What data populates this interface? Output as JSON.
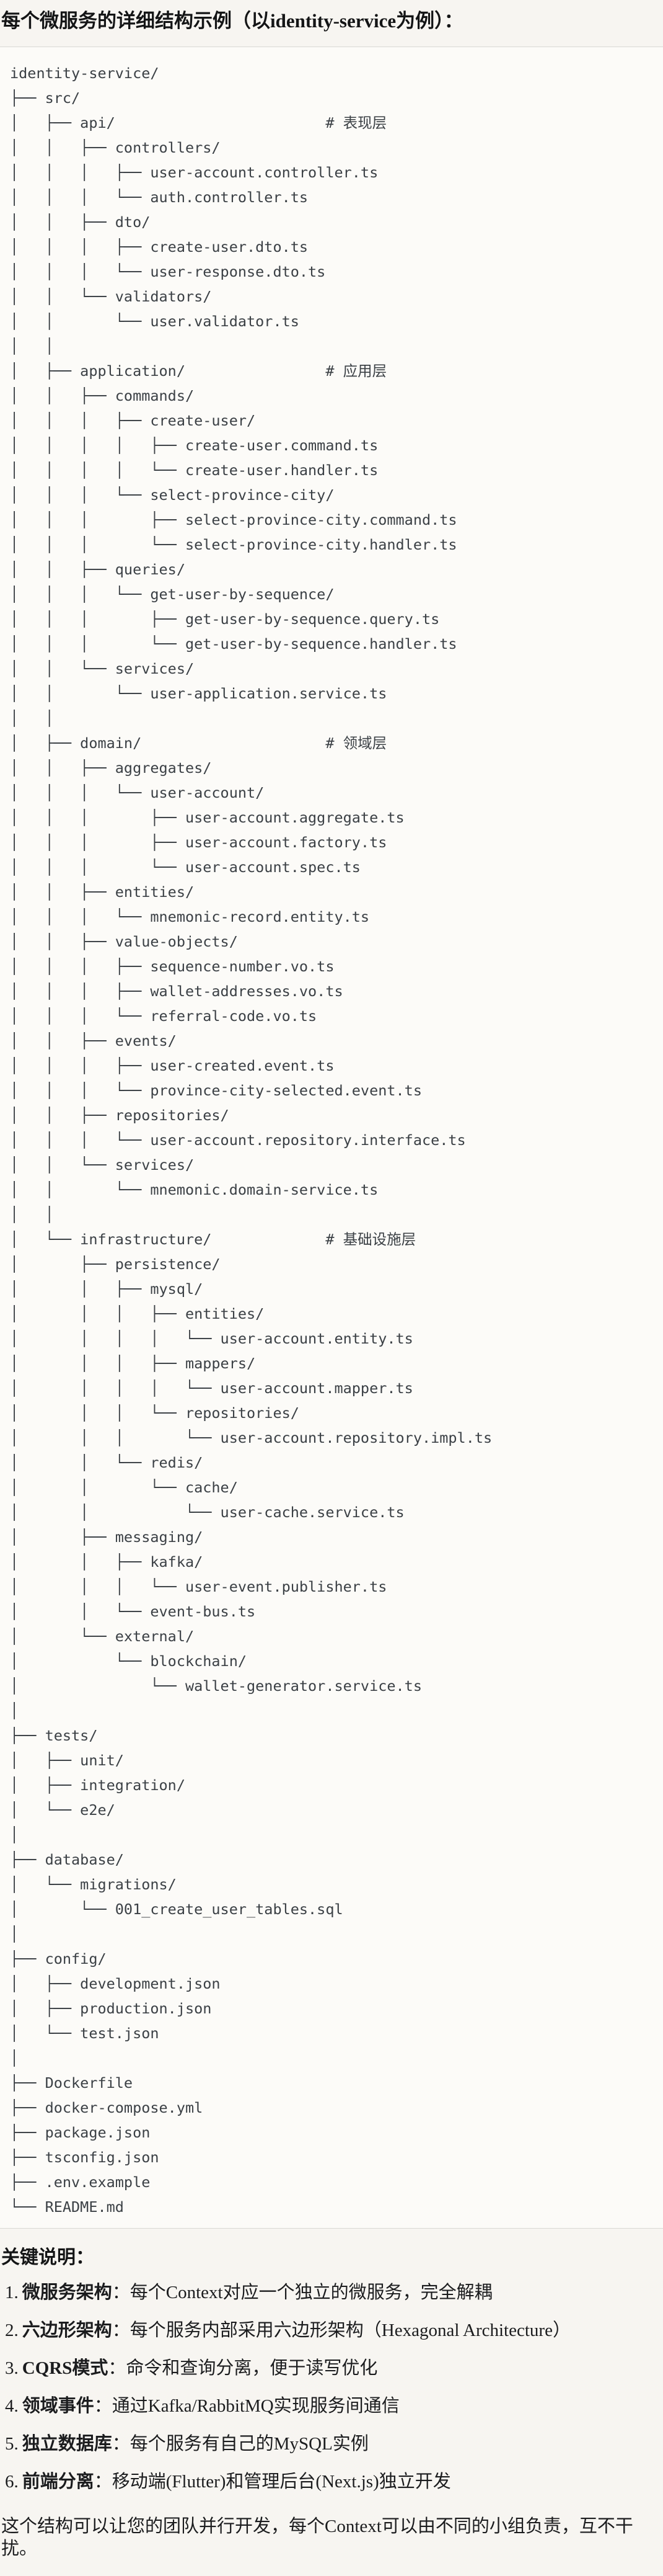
{
  "page_title": "每个微服务的详细结构示例（以identity-service为例）：",
  "tree": {
    "language": "plaintext-directory-tree",
    "root": "identity-service/",
    "layer_comments": [
      "# 表现层",
      "# 应用层",
      "# 领域层",
      "# 基础设施层"
    ],
    "lines": [
      "identity-service/",
      "├── src/",
      "│   ├── api/                        # 表现层",
      "│   │   ├── controllers/",
      "│   │   │   ├── user-account.controller.ts",
      "│   │   │   └── auth.controller.ts",
      "│   │   ├── dto/",
      "│   │   │   ├── create-user.dto.ts",
      "│   │   │   └── user-response.dto.ts",
      "│   │   └── validators/",
      "│   │       └── user.validator.ts",
      "│   │",
      "│   ├── application/                # 应用层",
      "│   │   ├── commands/",
      "│   │   │   ├── create-user/",
      "│   │   │   │   ├── create-user.command.ts",
      "│   │   │   │   └── create-user.handler.ts",
      "│   │   │   └── select-province-city/",
      "│   │   │       ├── select-province-city.command.ts",
      "│   │   │       └── select-province-city.handler.ts",
      "│   │   ├── queries/",
      "│   │   │   └── get-user-by-sequence/",
      "│   │   │       ├── get-user-by-sequence.query.ts",
      "│   │   │       └── get-user-by-sequence.handler.ts",
      "│   │   └── services/",
      "│   │       └── user-application.service.ts",
      "│   │",
      "│   ├── domain/                     # 领域层",
      "│   │   ├── aggregates/",
      "│   │   │   └── user-account/",
      "│   │   │       ├── user-account.aggregate.ts",
      "│   │   │       ├── user-account.factory.ts",
      "│   │   │       └── user-account.spec.ts",
      "│   │   ├── entities/",
      "│   │   │   └── mnemonic-record.entity.ts",
      "│   │   ├── value-objects/",
      "│   │   │   ├── sequence-number.vo.ts",
      "│   │   │   ├── wallet-addresses.vo.ts",
      "│   │   │   └── referral-code.vo.ts",
      "│   │   ├── events/",
      "│   │   │   ├── user-created.event.ts",
      "│   │   │   └── province-city-selected.event.ts",
      "│   │   ├── repositories/",
      "│   │   │   └── user-account.repository.interface.ts",
      "│   │   └── services/",
      "│   │       └── mnemonic.domain-service.ts",
      "│   │",
      "│   └── infrastructure/             # 基础设施层",
      "│       ├── persistence/",
      "│       │   ├── mysql/",
      "│       │   │   ├── entities/",
      "│       │   │   │   └── user-account.entity.ts",
      "│       │   │   ├── mappers/",
      "│       │   │   │   └── user-account.mapper.ts",
      "│       │   │   └── repositories/",
      "│       │   │       └── user-account.repository.impl.ts",
      "│       │   └── redis/",
      "│       │       └── cache/",
      "│       │           └── user-cache.service.ts",
      "│       ├── messaging/",
      "│       │   ├── kafka/",
      "│       │   │   └── user-event.publisher.ts",
      "│       │   └── event-bus.ts",
      "│       └── external/",
      "│           └── blockchain/",
      "│               └── wallet-generator.service.ts",
      "│",
      "├── tests/",
      "│   ├── unit/",
      "│   ├── integration/",
      "│   └── e2e/",
      "│",
      "├── database/",
      "│   └── migrations/",
      "│       └── 001_create_user_tables.sql",
      "│",
      "├── config/",
      "│   ├── development.json",
      "│   ├── production.json",
      "│   └── test.json",
      "│",
      "├── Dockerfile",
      "├── docker-compose.yml",
      "├── package.json",
      "├── tsconfig.json",
      "├── .env.example",
      "└── README.md"
    ]
  },
  "notes": {
    "heading": "关键说明：",
    "items": [
      {
        "num": "1.",
        "term": "微服务架构",
        "desc": "：每个Context对应一个独立的微服务，完全解耦"
      },
      {
        "num": "2.",
        "term": "六边形架构",
        "desc": "：每个服务内部采用六边形架构（Hexagonal Architecture）"
      },
      {
        "num": "3.",
        "term": "CQRS模式",
        "desc": "：命令和查询分离，便于读写优化"
      },
      {
        "num": "4.",
        "term": "领域事件",
        "desc": "：通过Kafka/RabbitMQ实现服务间通信"
      },
      {
        "num": "5.",
        "term": "独立数据库",
        "desc": "：每个服务有自己的MySQL实例"
      },
      {
        "num": "6.",
        "term": "前端分离",
        "desc": "：移动端(Flutter)和管理后台(Next.js)独立开发"
      }
    ],
    "closing": "这个结构可以让您的团队并行开发，每个Context可以由不同的小组负责，互不干扰。"
  },
  "colors": {
    "page_bg": "#f7f5f1",
    "code_block_bg": "#fcfbf8",
    "code_block_border": "#d9d8d4",
    "tree_text": "#3b4045",
    "body_text": "#1b1c1e"
  }
}
